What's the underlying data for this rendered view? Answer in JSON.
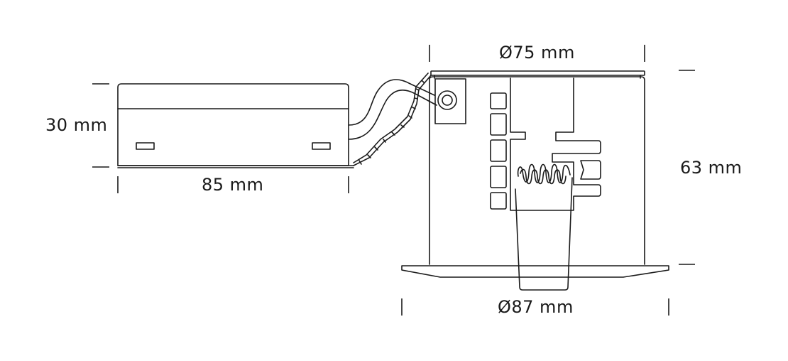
{
  "dimensions": {
    "box_height": "30 mm",
    "box_width": "85 mm",
    "top_diameter": "Ø75 mm",
    "bottom_diameter": "Ø87 mm",
    "fixture_height": "63 mm"
  }
}
